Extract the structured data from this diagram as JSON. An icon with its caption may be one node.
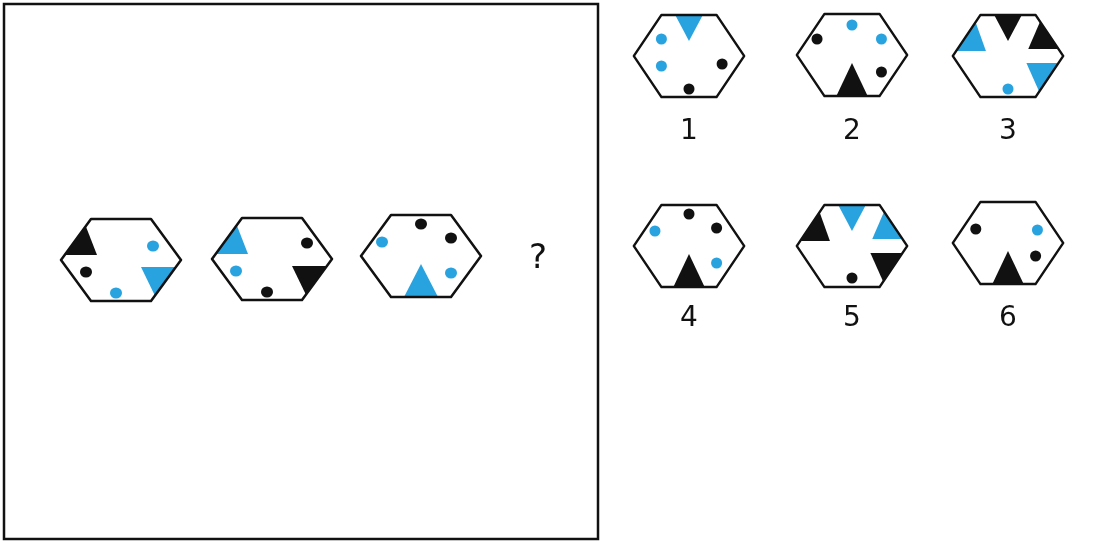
{
  "diagram": {
    "labels": [
      "?",
      "1",
      "2",
      "3",
      "4",
      "5",
      "6"
    ]
  }
}
